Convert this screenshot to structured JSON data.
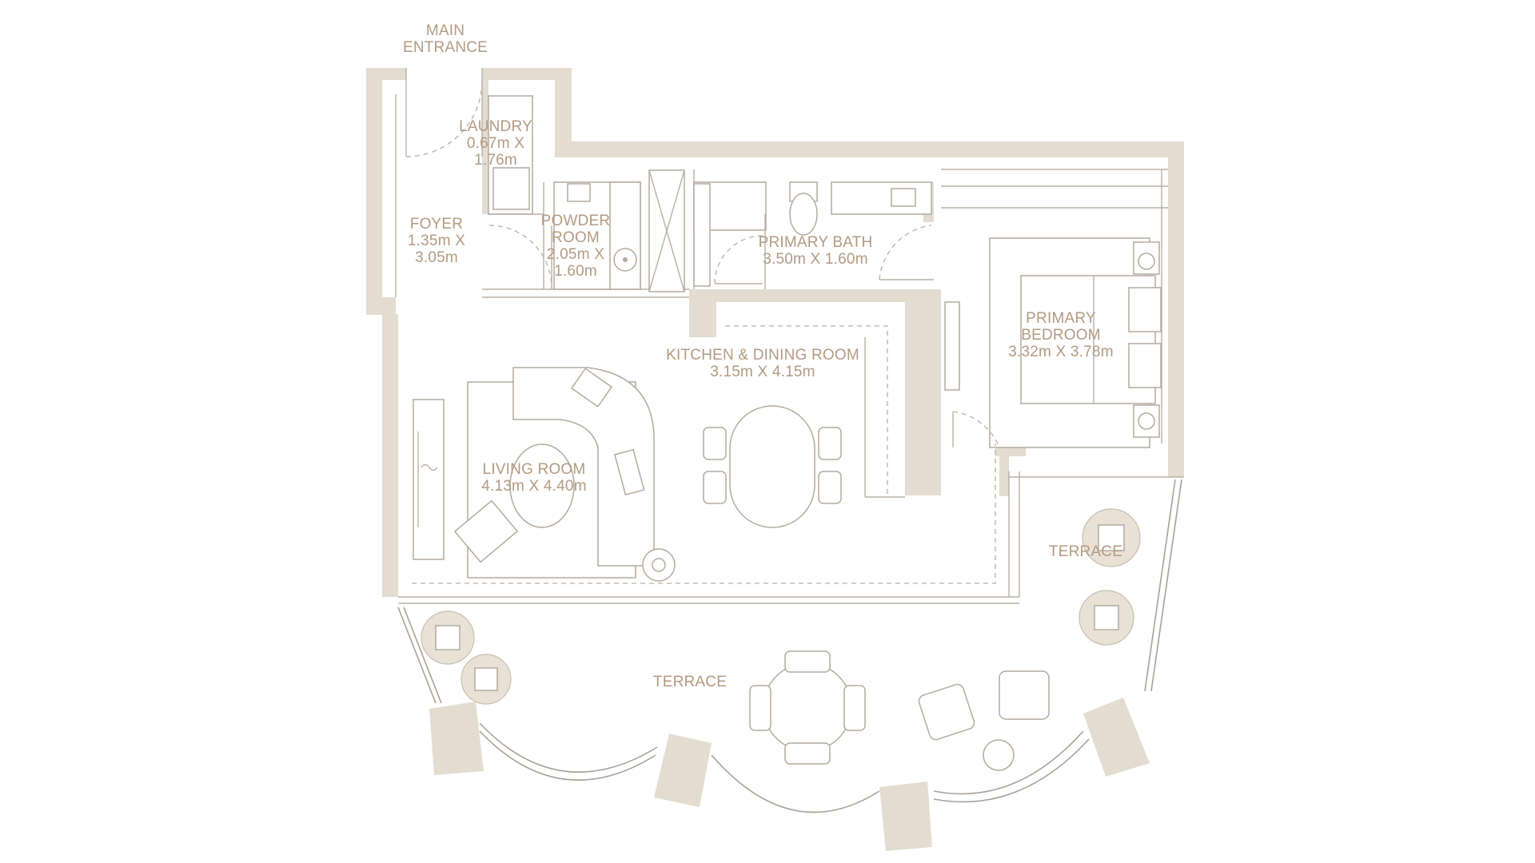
{
  "colors": {
    "wall": "#e4dcd1",
    "line": "#b9b0a6",
    "label": "#b29a82",
    "background": "#ffffff"
  },
  "labels": {
    "main_entrance": {
      "line1": "MAIN",
      "line2": "ENTRANCE"
    },
    "laundry": {
      "line1": "LAUNDRY",
      "line2": "0.67m X",
      "line3": "1.76m"
    },
    "foyer": {
      "line1": "FOYER",
      "line2": "1.35m X",
      "line3": "3.05m"
    },
    "powder_room": {
      "line1": "POWDER",
      "line2": "ROOM",
      "line3": "2.05m X",
      "line4": "1.60m"
    },
    "primary_bath": {
      "line1": "PRIMARY BATH",
      "line2": "3.50m X 1.60m"
    },
    "kitchen_dining": {
      "line1": "KITCHEN & DINING ROOM",
      "line2": "3.15m X 4.15m"
    },
    "primary_bedroom": {
      "line1": "PRIMARY",
      "line2": "BEDROOM",
      "line3": "3.32m X 3.78m"
    },
    "living_room": {
      "line1": "LIVING ROOM",
      "line2": "4.13m X 4.40m"
    },
    "terrace_side": {
      "line1": "TERRACE"
    },
    "terrace_main": {
      "line1": "TERRACE"
    }
  }
}
